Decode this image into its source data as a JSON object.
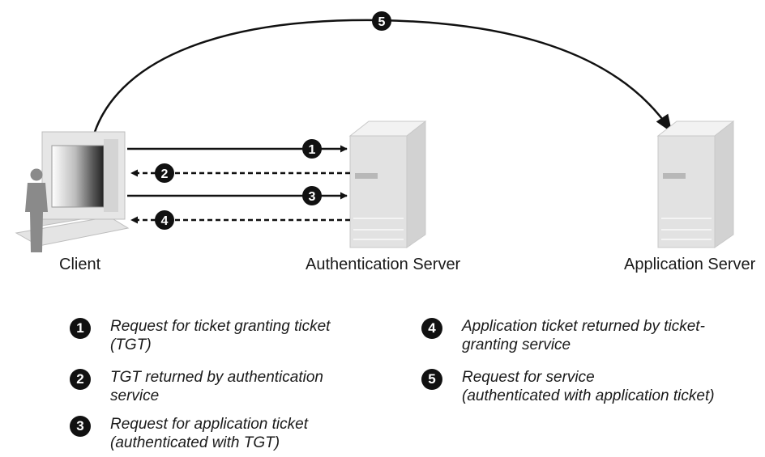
{
  "nodes": {
    "client": "Client",
    "auth_server": "Authentication Server",
    "app_server": "Application Server"
  },
  "step_badges": [
    "1",
    "2",
    "3",
    "4",
    "5"
  ],
  "legend": [
    {
      "num": "1",
      "line1": "Request for ticket granting ticket",
      "line2": "(TGT)"
    },
    {
      "num": "2",
      "line1": "TGT returned by authentication",
      "line2": "service"
    },
    {
      "num": "3",
      "line1": "Request for application ticket",
      "line2": "(authenticated with TGT)"
    },
    {
      "num": "4",
      "line1": "Application ticket returned by ticket-",
      "line2": "granting service"
    },
    {
      "num": "5",
      "line1": "Request for service",
      "line2": "(authenticated with application ticket)"
    }
  ]
}
